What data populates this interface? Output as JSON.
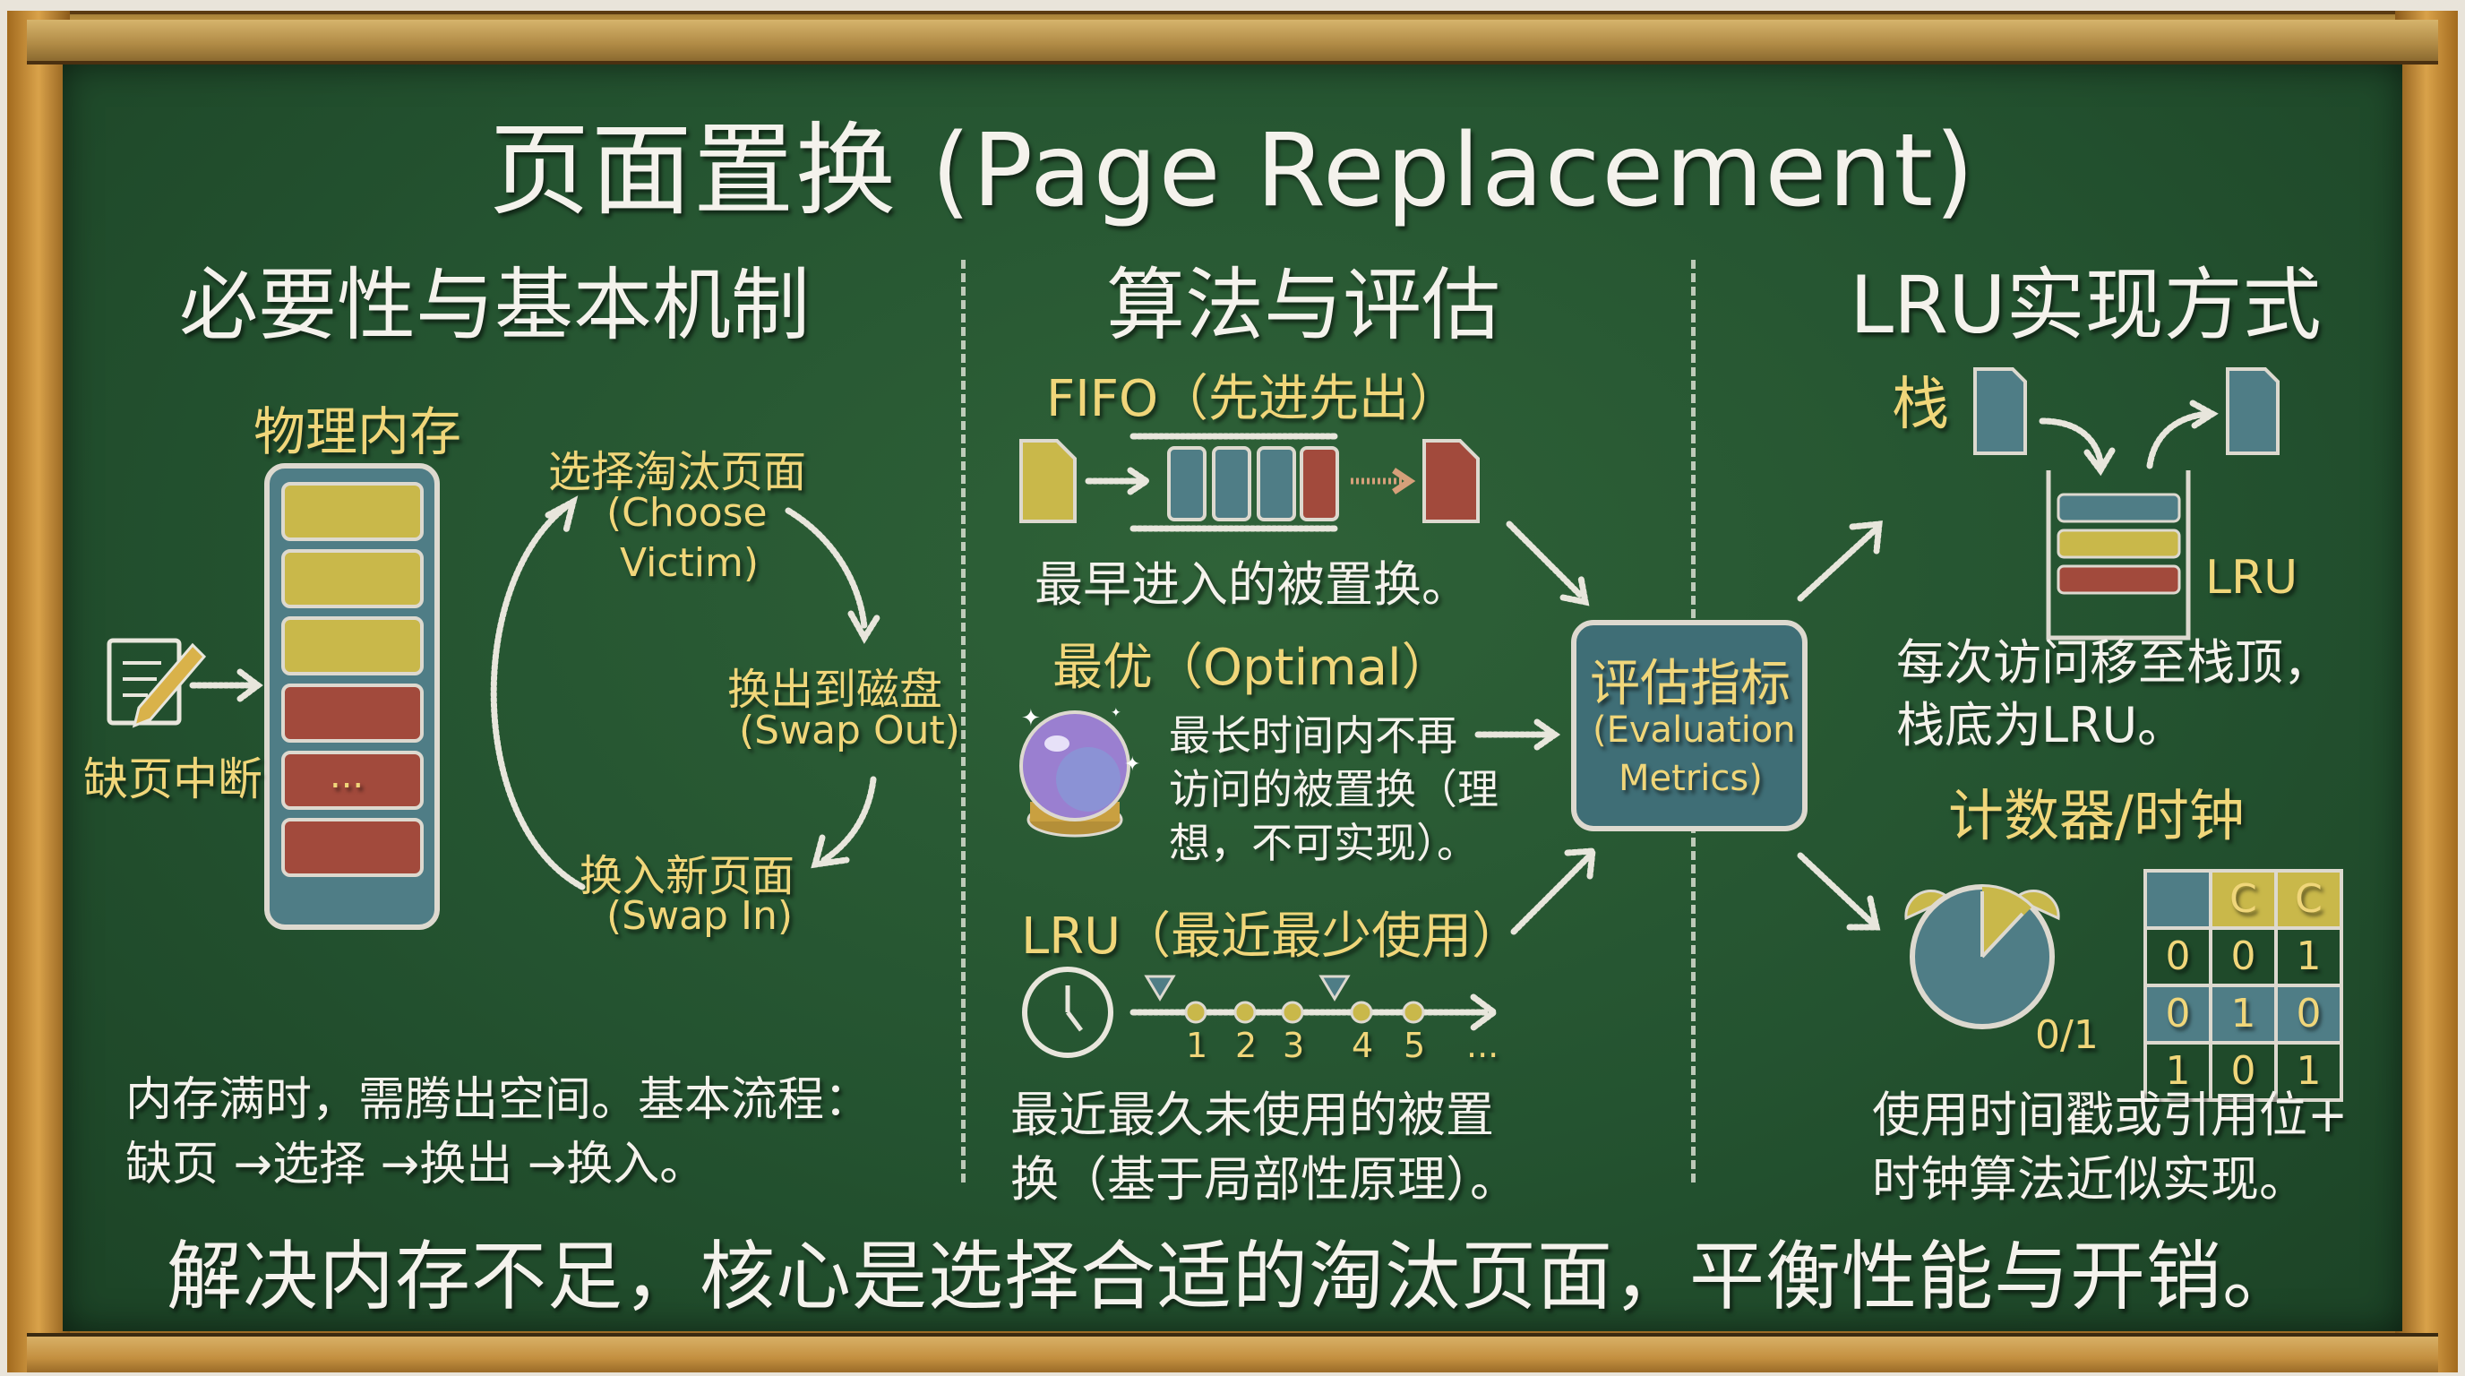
{
  "title": "页面置换 (Page Replacement)",
  "sections": {
    "mechanism": {
      "heading": "必要性与基本机制",
      "memory_label": "物理内存",
      "memory_ellipsis": "...",
      "page_fault_label": "缺页中断",
      "cycle": {
        "choose_cn": "选择淘汰页面",
        "choose_en_1": "(Choose",
        "choose_en_2": "Victim)",
        "swap_out_cn": "换出到磁盘",
        "swap_out_en": "(Swap Out)",
        "swap_in_cn": "换入新页面",
        "swap_in_en": "(Swap In)"
      },
      "description_1": "内存满时，需腾出空间。基本流程：",
      "description_2": "缺页 →选择 →换出 →换入。"
    },
    "algorithms": {
      "heading": "算法与评估",
      "fifo": {
        "label": "FIFO（先进先出）",
        "description": "最早进入的被置换。"
      },
      "optimal": {
        "label": "最优（Optimal）",
        "description_1": "最长时间内不再",
        "description_2": "访问的被置换（理",
        "description_3": "想，不可实现）。"
      },
      "lru": {
        "label": "LRU（最近最少使用）",
        "timeline_ticks": [
          "1",
          "2",
          "3",
          "4",
          "5",
          "..."
        ],
        "description_1": "最近最久未使用的被置",
        "description_2": "换（基于局部性原理）。"
      },
      "metrics_cn": "评估指标",
      "metrics_en_1": "(Evaluation",
      "metrics_en_2": "Metrics)"
    },
    "lru_impl": {
      "heading": "LRU实现方式",
      "stack": {
        "label": "栈",
        "bottom_label": "LRU",
        "description_1": "每次访问移至栈顶，",
        "description_2": "栈底为LRU。"
      },
      "counter": {
        "label": "计数器/时钟",
        "bit_label": "0/1",
        "table_header": [
          "",
          "C",
          "C"
        ],
        "table_rows": [
          [
            "0",
            "0",
            "1"
          ],
          [
            "0",
            "1",
            "0"
          ],
          [
            "1",
            "0",
            "1"
          ]
        ],
        "description_1": "使用时间戳或引用位+",
        "description_2": "时钟算法近似实现。"
      }
    }
  },
  "conclusion": "解决内存不足，核心是选择合适的淘汰页面，平衡性能与开销。",
  "colors": {
    "board": "#245330",
    "chalk_white": "#f4f2ec",
    "chalk_yellow": "#f0d67a",
    "block_yellow": "#c9b84a",
    "block_red": "#a24a3c",
    "block_blue": "#4f7d86",
    "frame_wood": "#b58432"
  }
}
